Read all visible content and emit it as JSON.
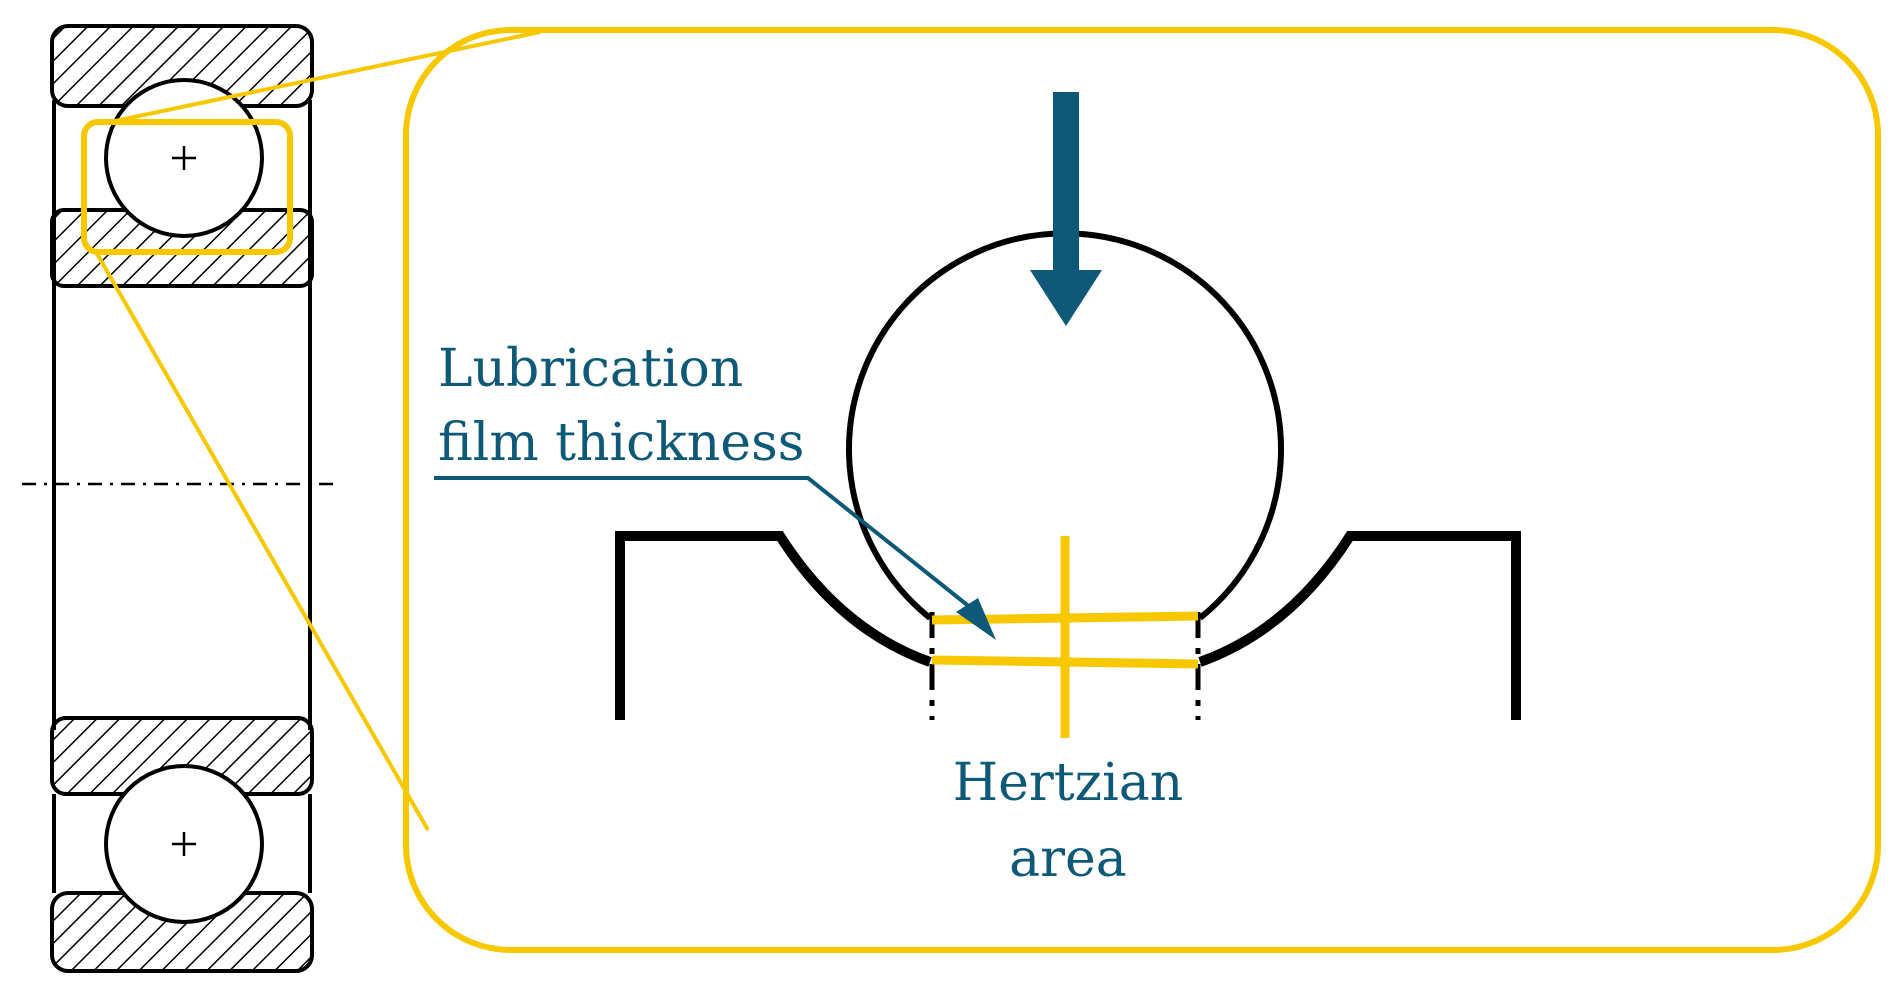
{
  "colors": {
    "outline": "#000000",
    "highlight": "#F7C800",
    "accent": "#0E5878",
    "background": "#FFFFFF"
  },
  "labels": {
    "lubrication_line1": "Lubrication",
    "lubrication_line2": "film thickness",
    "hertzian_line1": "Hertzian",
    "hertzian_line2": "area"
  }
}
